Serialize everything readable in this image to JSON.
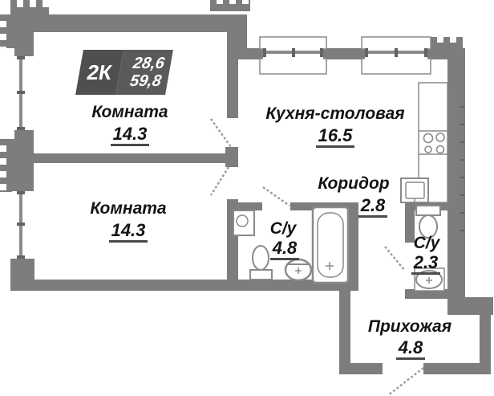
{
  "colors": {
    "wall": "#7d7d7d",
    "fixture_stroke": "#8a8a8a",
    "dash": "#9b9b9b",
    "text": "#141414",
    "badge_left_bg": "#4f4f4f",
    "badge_right_bg": "#5a5a5a",
    "badge_text": "#ffffff"
  },
  "badge": {
    "type": "2К",
    "area_living": "28,6",
    "area_total": "59,8"
  },
  "rooms": {
    "room1": {
      "name": "Комната",
      "area": "14.3"
    },
    "room2": {
      "name": "Комната",
      "area": "14.3"
    },
    "kitchen": {
      "name": "Кухня-столовая",
      "area": "16.5"
    },
    "corridor": {
      "name": "Коридор",
      "area": "2.8"
    },
    "bathroom_main": {
      "name": "С/у",
      "area": "4.8"
    },
    "bathroom_small": {
      "name": "С/у",
      "area": "2.3"
    },
    "hallway": {
      "name": "Прихожая",
      "area": "4.8"
    }
  },
  "fixtures": [
    "bathtub",
    "toilet",
    "sink",
    "washing-machine",
    "stove",
    "kitchen-sink",
    "kitchen-counter",
    "window",
    "door-swing",
    "entrance-door"
  ]
}
